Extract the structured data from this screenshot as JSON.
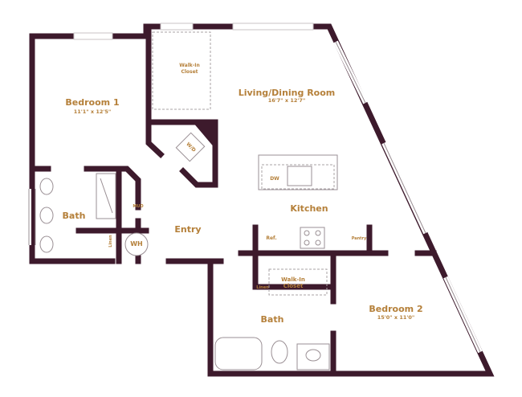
{
  "rooms": {
    "bedroom1": {
      "name": "Bedroom 1",
      "dims": "11'1\" x 12'5\""
    },
    "walkin1": {
      "line1": "Walk-In",
      "line2": "Closet"
    },
    "living": {
      "name": "Living/Dining Room",
      "dims": "16'7\" x 12'7\""
    },
    "wd": "W/D",
    "dw": "DW",
    "kitchen": "Kitchen",
    "bath1": "Bath",
    "mud": "MUD",
    "linen1": "Linen",
    "wh": "WH",
    "entry": "Entry",
    "ref": "Ref.",
    "pantry": "Pantry",
    "linen2": "Linen",
    "walkin2": {
      "line1": "Walk-In",
      "line2": "Closet"
    },
    "bath2": "Bath",
    "bedroom2": {
      "name": "Bedroom 2",
      "dims": "15'0\" x 11'0\""
    }
  },
  "colors": {
    "wall": "#3d1a2c",
    "label": "#b5803a"
  }
}
